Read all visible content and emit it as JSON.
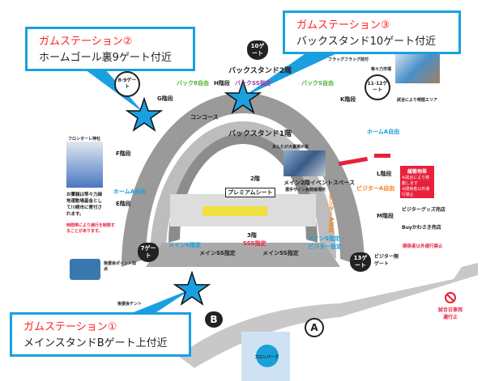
{
  "callouts": [
    {
      "name": "ガムステーション②",
      "desc": "ホームゴール裏9ゲート付近"
    },
    {
      "name": "ガムステーション③",
      "desc": "バックスタンド10ゲート付近"
    },
    {
      "name": "ガムステーション①",
      "desc": "メインスタンドBゲート上付近"
    }
  ],
  "stands": {
    "back2": "バックスタンド2階",
    "back1": "バックスタンド1階",
    "premium": "プレミアムシート",
    "premium_floor": "2階",
    "main_event": "メイン2階イベントスペース",
    "main_event_sub": "選手サイン会開催場所",
    "back8_free": "バック8自由",
    "back_ss": "バックSS指定",
    "back_s": "バックS自由",
    "home_a": "ホームA自由",
    "home_a2": "ホームA自由",
    "visitor_a": "ビジターA自由",
    "visitor_a2": "ビジターA自由",
    "main_s": "メインS指定",
    "main_ss": "メインSS指定",
    "main_ss2": "メインSS指定",
    "sss": "SSS指定",
    "sss_floor": "3階",
    "main_s_visitor": "メインS指定・ビジター指定",
    "concourse": "コンコース",
    "h_stairs": "H階段",
    "k_stairs": "K階段",
    "l_stairs": "L階段",
    "m_stairs": "M階段",
    "f_stairs": "F階段",
    "e_stairs": "E階段",
    "g_stairs": "G階段"
  },
  "gates": {
    "g89": "8·9ゲート",
    "g10": "10ゲート",
    "g1112": "11·12ゲート",
    "g7": "7ゲート",
    "g13": "13ゲート",
    "gB": "B",
    "gA": "A",
    "gate_word": "ゲート",
    "visitor_gate": "ビジター側ゲート"
  },
  "notes": {
    "shrine": "フロンターレ神社",
    "donation": "お賽銭は等々力緑地運動場基金として川崎市に寄付されます。",
    "restriction": "時間帯により通行を制限することがあります。",
    "buffer_title": "緩衝地帯",
    "buffer_1": "※試合により移動します",
    "buffer_2": "※関係者以外通行禁止",
    "visitor_goods": "ビジターグッズ売店",
    "buy_kawasaki": "Buyかわさき売店",
    "no_entry": "関係者以外通行禁止",
    "road_closed": "試合日車両通行止",
    "fronpark": "フロンパーク",
    "flag": "フラッグフラッグ前付",
    "todoroki_market": "等々力市場",
    "point": "後援会ポイント加点",
    "tent": "後援会テント",
    "big_screen": "あんたが大賞掲示板",
    "smoke_note": "試合により喫煙エリア"
  },
  "colors": {
    "callout_border": "#1aa0e0",
    "star": "#1aa0e0",
    "stand": "#9a9a9a",
    "accent_red": "#e8203a"
  }
}
